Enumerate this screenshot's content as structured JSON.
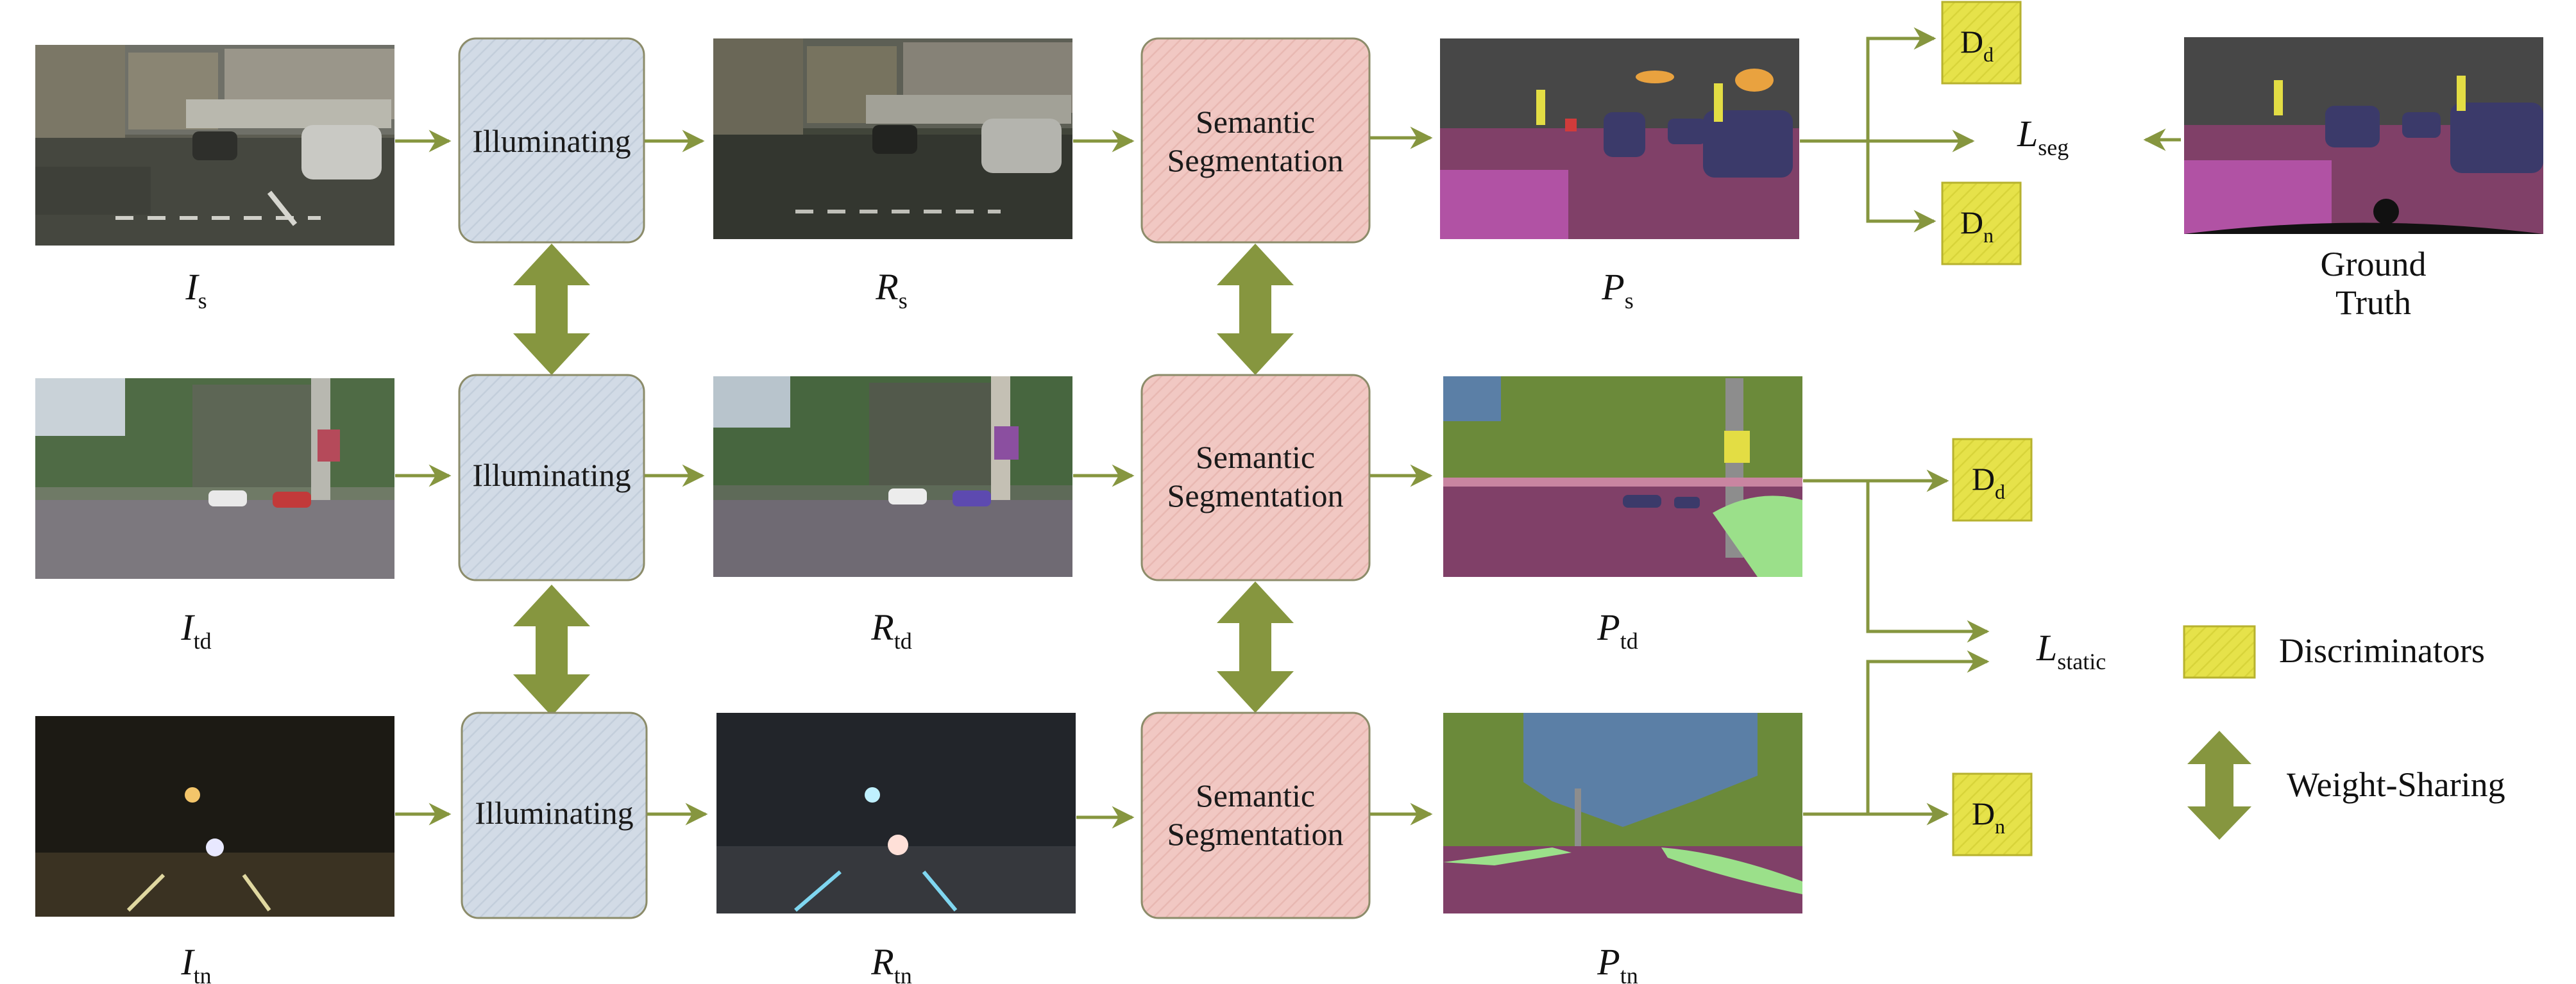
{
  "colors": {
    "arrow": "#86963f",
    "illum_fill": "#d2dbe6",
    "seg_fill": "#f1c8c3",
    "disc_fill": "#e6e24a",
    "disc_stroke": "#b7b22e",
    "box_stroke": "#8c8c6a"
  },
  "rows": [
    {
      "input": {
        "main": "I",
        "sub": "s"
      },
      "illuminating_label": "Illuminating",
      "refined": {
        "main": "R",
        "sub": "s"
      },
      "seg_label": [
        "Semantic",
        "Segmentation"
      ],
      "pred": {
        "main": "P",
        "sub": "s"
      }
    },
    {
      "input": {
        "main": "I",
        "sub": "td"
      },
      "illuminating_label": "Illuminating",
      "refined": {
        "main": "R",
        "sub": "td"
      },
      "seg_label": [
        "Semantic",
        "Segmentation"
      ],
      "pred": {
        "main": "P",
        "sub": "td"
      }
    },
    {
      "input": {
        "main": "I",
        "sub": "tn"
      },
      "illuminating_label": "Illuminating",
      "refined": {
        "main": "R",
        "sub": "tn"
      },
      "seg_label": [
        "Semantic",
        "Segmentation"
      ],
      "pred": {
        "main": "P",
        "sub": "tn"
      }
    }
  ],
  "discriminators": [
    {
      "main": "D",
      "sub": "d"
    },
    {
      "main": "D",
      "sub": "n"
    },
    {
      "main": "D",
      "sub": "d"
    },
    {
      "main": "D",
      "sub": "n"
    }
  ],
  "losses": {
    "seg": {
      "main": "L",
      "sub": "seg"
    },
    "static": {
      "main": "L",
      "sub": "static"
    }
  },
  "ground_truth": {
    "line1": "Ground",
    "line2": "Truth"
  },
  "legend": {
    "discriminators": "Discriminators",
    "weight_sharing": "Weight-Sharing"
  }
}
